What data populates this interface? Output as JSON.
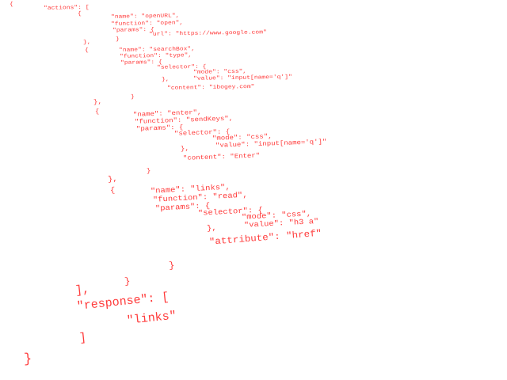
{
  "lines": [
    "{",
    "\"actions\": [",
    "{",
    "\"name\": \"openURL\",",
    "\"function\": \"open\",",
    "\"params\": {",
    "\"url\": \"https://www.google.com\"",
    "}",
    "},",
    "{",
    "\"name\": \"searchBox\",",
    "\"function\": \"type\",",
    "\"params\": {",
    "\"selector\": {",
    "\"mode\": \"css\",",
    "\"value\": \"input[name='q']\"",
    "},",
    "\"content\": \"ibogey.com\"",
    "}",
    "},",
    "{",
    "\"name\": \"enter\",",
    "\"function\": \"sendKeys\",",
    "\"params\": {",
    "\"selector\": {",
    "\"mode\": \"css\",",
    "\"value\": \"input[name='q']\"",
    "},",
    "\"content\": \"Enter\"",
    "}",
    "},",
    "{",
    "\"name\": \"links\",",
    "\"function\": \"read\",",
    "\"params\": {",
    "\"selector\": {",
    "\"mode\": \"css\",",
    "\"value\": \"h3 a\"",
    "},",
    "\"attribute\": \"href\"",
    "}",
    "}",
    "],",
    "\"response\": [",
    "\"links\"",
    "]",
    "}"
  ],
  "text_color": "#ff3a3a"
}
